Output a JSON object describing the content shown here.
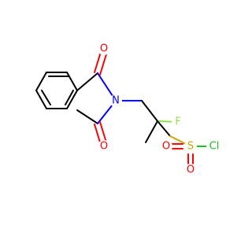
{
  "colors": {
    "background": "#ffffff",
    "carbon_bond": "#000000",
    "oxygen": "#ff0000",
    "nitrogen": "#0000ff",
    "fluorine": "#90e050",
    "sulfur": "#c8a800",
    "chlorine": "#1fbf1f"
  },
  "atoms": {
    "o_top": "O",
    "o_bottom": "O",
    "n": "N",
    "f": "F",
    "s": "S",
    "o_s_left": "O",
    "o_s_bottom": "O",
    "cl": "Cl"
  }
}
